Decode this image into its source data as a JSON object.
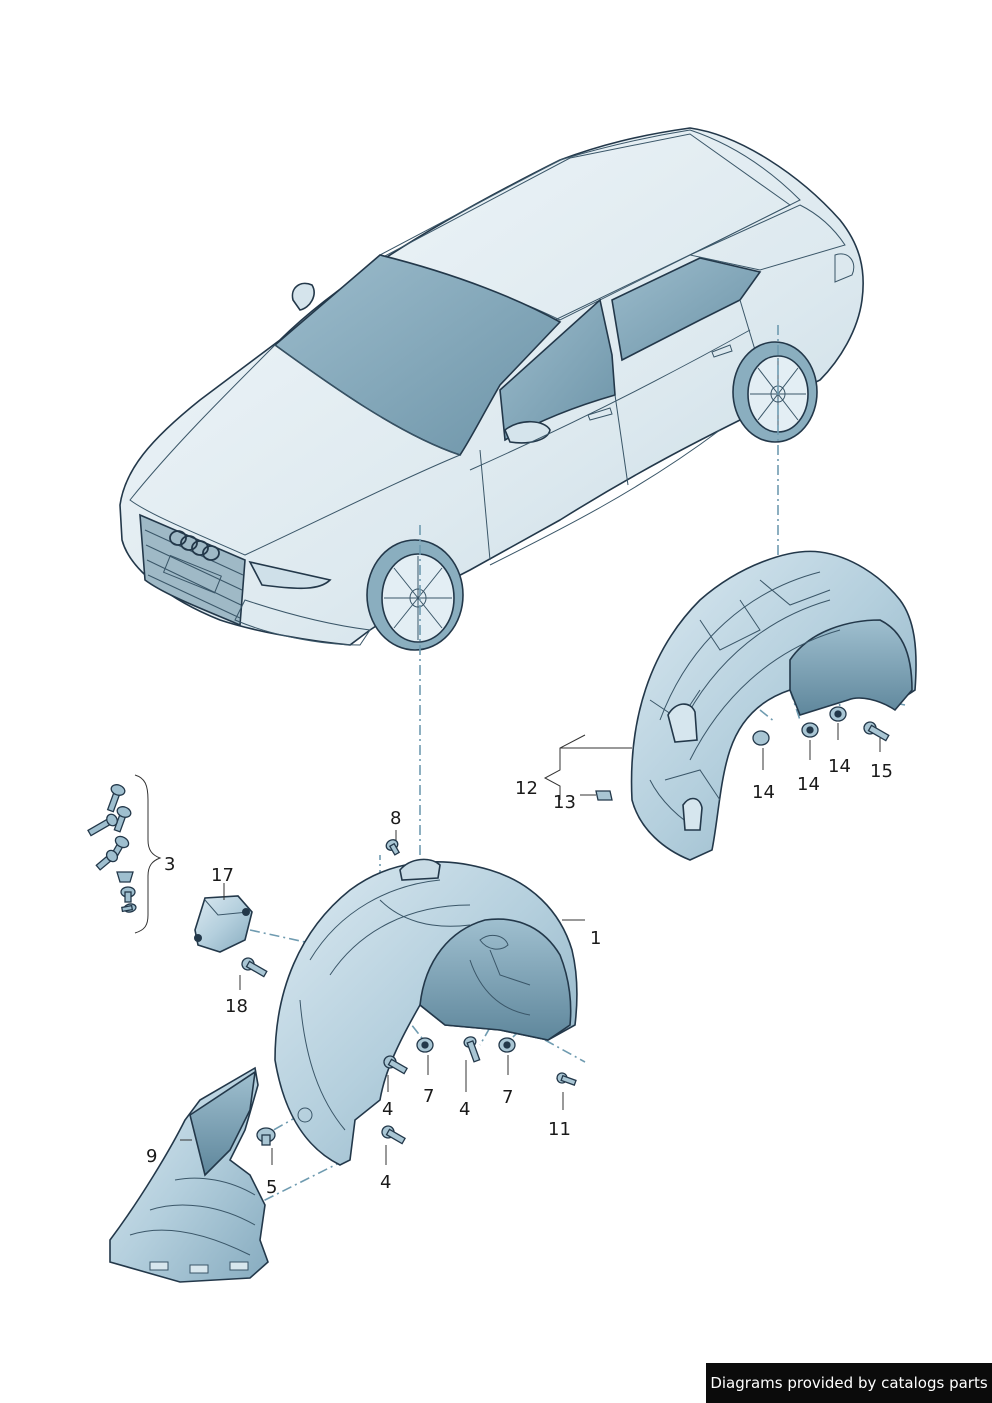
{
  "callouts": {
    "c1": "1",
    "c3": "3",
    "c4a": "4",
    "c4b": "4",
    "c4c": "4",
    "c5": "5",
    "c7a": "7",
    "c7b": "7",
    "c8": "8",
    "c9": "9",
    "c11": "11",
    "c12": "12",
    "c13": "13",
    "c14a": "14",
    "c14b": "14",
    "c14c": "14",
    "c15": "15",
    "c17": "17",
    "c18": "18"
  },
  "footer": {
    "credit": "Diagrams provided by catalogs parts"
  },
  "colors": {
    "part_fill_light": "#e4eff5",
    "part_fill_mid": "#b9d3e0",
    "part_fill_dark": "#7fa6bb",
    "glass": "#7fa3b6",
    "outline": "#23384a",
    "dash_line": "#6f9bb0"
  }
}
